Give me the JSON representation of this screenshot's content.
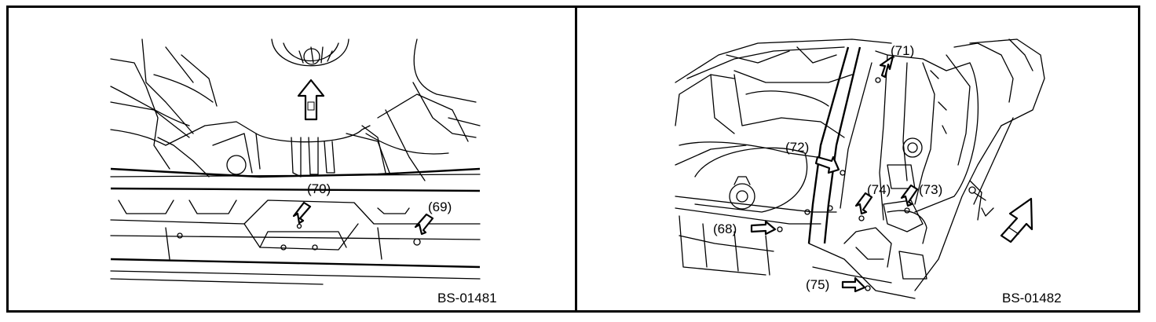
{
  "left_panel": {
    "callouts": [
      {
        "id": "c70",
        "label": "(70)"
      },
      {
        "id": "c69",
        "label": "(69)"
      }
    ],
    "figure_code": "BS-01481"
  },
  "right_panel": {
    "callouts": [
      {
        "id": "c71",
        "label": "(71)"
      },
      {
        "id": "c72",
        "label": "(72)"
      },
      {
        "id": "c74",
        "label": "(74)"
      },
      {
        "id": "c73",
        "label": "(73)"
      },
      {
        "id": "c68",
        "label": "(68)"
      },
      {
        "id": "c75",
        "label": "(75)"
      }
    ],
    "figure_code": "BS-01482"
  },
  "colors": {
    "line": "#000000",
    "background": "#ffffff"
  }
}
